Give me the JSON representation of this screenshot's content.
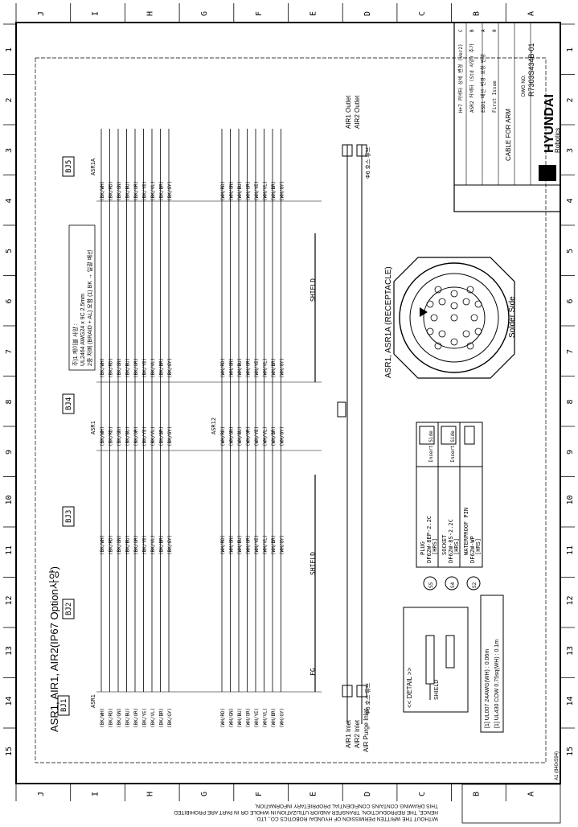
{
  "title_block": {
    "company": "HYUNDAI",
    "company_sub": "Robotics",
    "drawing_no_label": "DWG NO.",
    "drawing_no": "R7303S434B-01",
    "title": "CABLE FOR ARM",
    "revisions": [
      {
        "rev": "C",
        "text": "H+7 커넥터 상세 변경 (Ver2)"
      },
      {
        "rev": "B",
        "text": "ASR2 커넥터 (Std 사양) 추가"
      },
      {
        "rev": "A",
        "text": "ESD1 배선 변경 요청 반영"
      },
      {
        "rev": "0",
        "text": "First Issue"
      }
    ]
  },
  "diagram": {
    "main_title": "ASR1, AIR1, AIR2(IP67 Option사양)",
    "connectors": [
      "BJ1",
      "BJ2",
      "BJ3",
      "BJ4",
      "BJ5"
    ],
    "asr_labels": [
      "ASR1",
      "ASR1",
      "ASR12",
      "ASR1A"
    ],
    "shield": "SHIELD",
    "fg": "FG",
    "bk_colors": [
      "BK/WH",
      "BK/RD",
      "BK/GN",
      "BK/BU",
      "BK/OR",
      "BK/YE",
      "BK/VL",
      "BK/BR",
      "BK/GY"
    ],
    "wh_colors": [
      "WH/RD",
      "WH/GN",
      "WH/BU",
      "WH/OR",
      "WH/YE",
      "WH/VL",
      "WH/BR",
      "WH/GY"
    ],
    "note_box": [
      "주)1 케이블 사양 : ",
      "UL2464 AWG24 x 9C 2.5mm",
      "2중 차폐 (BRAID + AL) 요함 (1) BK → 일괄 배선"
    ],
    "air": {
      "air1_inlet": "AIR1 Inlet",
      "air2_inlet": "AIR2 Inlet",
      "purge": "AIR Purge Inlet",
      "air1_outlet": "AIR1 Outlet",
      "air2_outlet": "AIR2 Outlet",
      "tube_label": "Φ6 호스 튜브"
    },
    "receptacle_label": "ASR1, ASR1A (RECEPTACLE)",
    "receptacle_side": "Solder Side",
    "parts": [
      {
        "id": "S5",
        "name": "PLUG",
        "model": "DF62W-8EP-2.2C",
        "maker": "[HRS]",
        "view": "Insert Side"
      },
      {
        "id": "S4",
        "name": "SOCKET",
        "model": "DF62W-8S-2.2C",
        "maker": "[HRS]",
        "view": "Insert Side"
      },
      {
        "id": "S2",
        "name": "WATERPROOF PIN",
        "model": "DF62W-WP",
        "maker": "[HRS]",
        "view": ""
      }
    ],
    "detail": {
      "title": "<< DETAIL >>",
      "shield": "SHIELD",
      "note1": "[1] UL007 24AWG(WH) : 0.06m",
      "note2": "[1] UL430 COW 0.75sq(WH) : 0.1m"
    }
  },
  "frame": {
    "row_letters": [
      "J",
      "I",
      "H",
      "G",
      "F",
      "E",
      "D",
      "C",
      "B",
      "A"
    ],
    "col_numbers": [
      "1",
      "2",
      "3",
      "4",
      "5",
      "6",
      "7",
      "8",
      "9",
      "10",
      "11",
      "12",
      "13",
      "14",
      "15"
    ],
    "footer": [
      "THIS DRAWING CONTAINS CONFIDENTIAL PROPRIETARY INFORMATION,",
      "HENCE, THE REPRODUCTION, TRANSFER AND/OR UTILIZATION IN WHOLE OR IN PART ARE PROHIBITED",
      "WITHOUT THE WRITTEN PERMISSION OF HYUNDAI ROBOTICS CO., LTD."
    ],
    "sheet": "A1 (840x594)"
  }
}
